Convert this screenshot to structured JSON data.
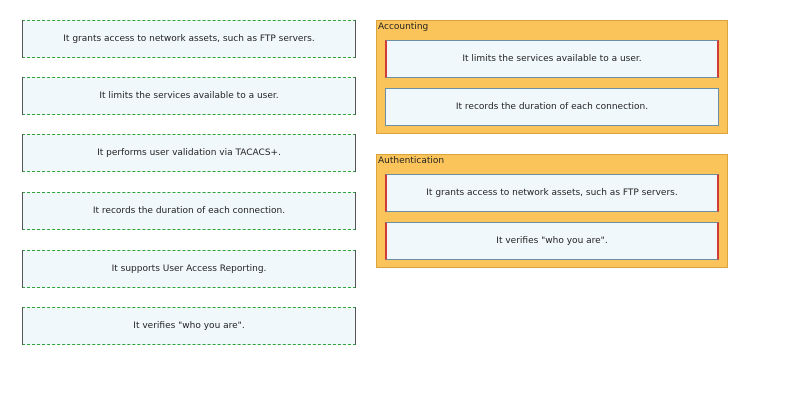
{
  "source_items": [
    "It grants access to network assets, such as FTP servers.",
    "It limits the services available to a user.",
    "It performs user validation via TACACS+.",
    "It records the duration of each connection.",
    "It supports User Access Reporting.",
    "It verifies \"who you are\"."
  ],
  "groups": [
    {
      "title": "Accounting",
      "items": [
        "It limits the services available to a user.",
        "It records the duration of each connection."
      ]
    },
    {
      "title": "Authentication",
      "items": [
        "It grants access to network assets, such as FTP servers.",
        "It verifies \"who you are\"."
      ]
    }
  ],
  "colors": {
    "group_background": "#fbc45b",
    "item_background": "#f0f8fb",
    "dashed_border": "#2fa43a",
    "flag_border": "#d23b3b"
  }
}
